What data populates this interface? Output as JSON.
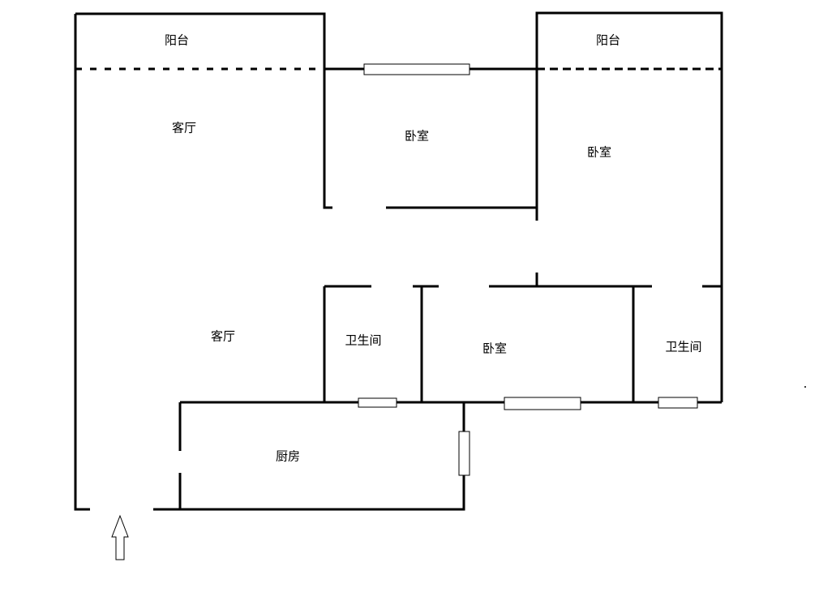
{
  "rooms": {
    "balcony_left": "阳台",
    "balcony_right": "阳台",
    "living_room_top": "客厅",
    "bedroom_top_middle": "卧室",
    "bedroom_top_right": "卧室",
    "living_room_bottom": "客厅",
    "bathroom_left": "卫生间",
    "bedroom_bottom": "卧室",
    "bathroom_right": "卫生间",
    "kitchen": "厨房"
  },
  "colors": {
    "wall": "#000000",
    "background": "#ffffff"
  }
}
